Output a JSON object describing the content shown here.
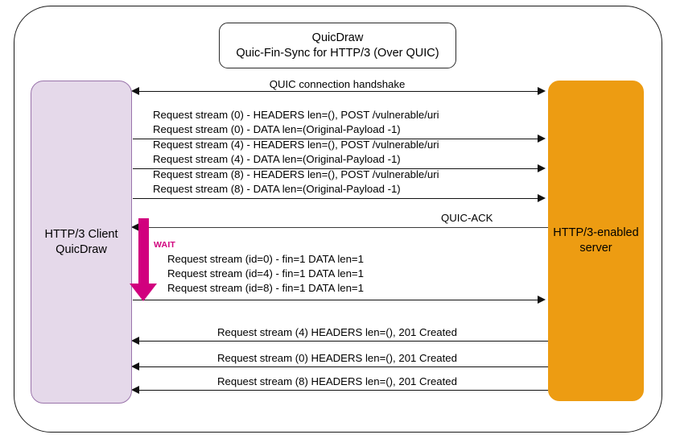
{
  "diagram": {
    "title": {
      "line1": "QuicDraw",
      "line2": "Quic-Fin-Sync for HTTP/3 (Over QUIC)"
    },
    "actors": {
      "client": {
        "line1": "HTTP/3 Client",
        "line2": "QuicDraw"
      },
      "server": {
        "line1": "HTTP/3-enabled",
        "line2": "server"
      }
    },
    "wait_label": "WAIT",
    "colors": {
      "client_fill": "#E5D9EA",
      "client_border": "#9A74AB",
      "server_fill": "#ED9C12",
      "wait_arrow": "#D1007E",
      "line": "#111111",
      "frame": "#1A1A1A"
    },
    "messages": [
      {
        "id": "handshake",
        "text": "QUIC connection handshake",
        "direction": "both"
      },
      {
        "id": "s0-headers",
        "text": "Request stream (0) - HEADERS len=(), POST /vulnerable/uri",
        "direction": "right"
      },
      {
        "id": "s0-data",
        "text": "Request stream (0) - DATA len=(Original-Payload -1)",
        "direction": "right"
      },
      {
        "id": "s4-headers",
        "text": "Request stream (4) - HEADERS len=(), POST /vulnerable/uri",
        "direction": "right"
      },
      {
        "id": "s4-data",
        "text": "Request stream (4) - DATA len=(Original-Payload -1)",
        "direction": "right"
      },
      {
        "id": "s8-headers",
        "text": "Request stream (8) - HEADERS len=(), POST /vulnerable/uri",
        "direction": "right"
      },
      {
        "id": "s8-data",
        "text": "Request stream (8) - DATA len=(Original-Payload -1)",
        "direction": "right"
      },
      {
        "id": "quic-ack",
        "text": "QUIC-ACK",
        "direction": "left"
      },
      {
        "id": "fin-0",
        "text": "Request stream (id=0) - fin=1 DATA len=1",
        "direction": "right"
      },
      {
        "id": "fin-4",
        "text": "Request stream (id=4) - fin=1 DATA len=1",
        "direction": "right"
      },
      {
        "id": "fin-8",
        "text": "Request stream (id=8) - fin=1 DATA len=1",
        "direction": "right"
      },
      {
        "id": "resp-4",
        "text": "Request stream (4) HEADERS len=(), 201 Created",
        "direction": "left"
      },
      {
        "id": "resp-0",
        "text": "Request stream (0) HEADERS len=(), 201 Created",
        "direction": "left"
      },
      {
        "id": "resp-8",
        "text": "Request stream (8) HEADERS len=(), 201 Created",
        "direction": "left"
      }
    ]
  }
}
